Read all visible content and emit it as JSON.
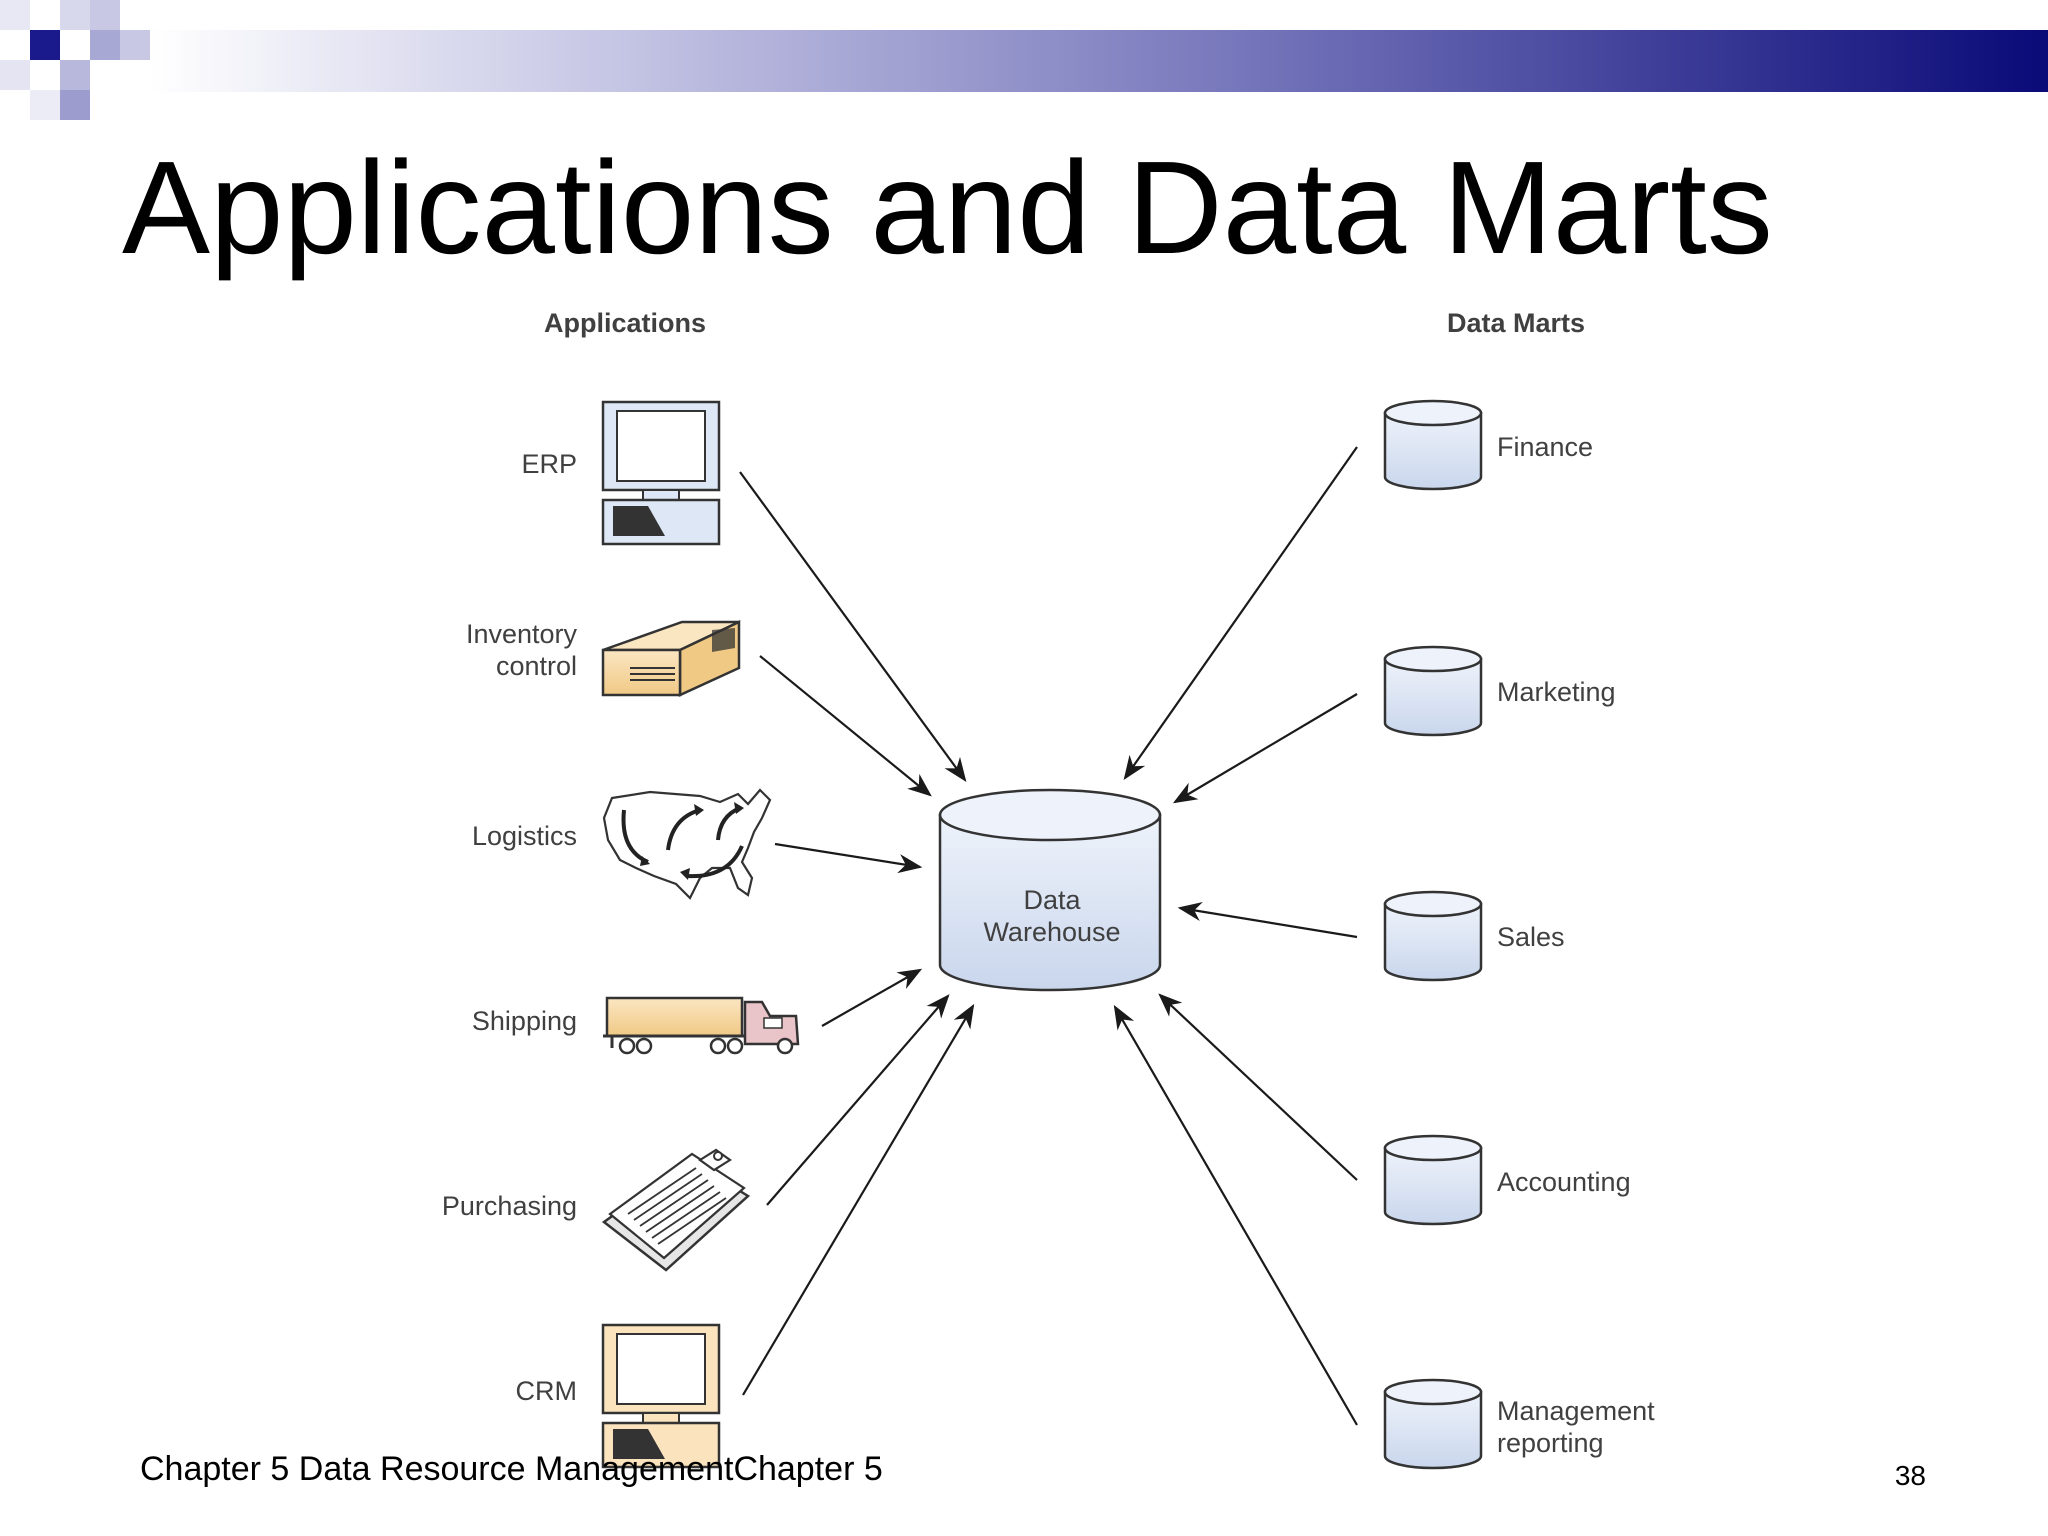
{
  "slide": {
    "title": "Applications and Data Marts",
    "footer": "Chapter 5 Data Resource ManagementChapter 5",
    "page_number": "38"
  },
  "diagram": {
    "left_heading": "Applications",
    "right_heading": "Data Marts",
    "center": {
      "line1": "Data",
      "line2": "Warehouse"
    },
    "applications": [
      {
        "lines": [
          "ERP"
        ],
        "icon": "computer-icon"
      },
      {
        "lines": [
          "Inventory",
          "control"
        ],
        "icon": "box-icon"
      },
      {
        "lines": [
          "Logistics"
        ],
        "icon": "us-map-icon"
      },
      {
        "lines": [
          "Shipping"
        ],
        "icon": "truck-icon"
      },
      {
        "lines": [
          "Purchasing"
        ],
        "icon": "clipboard-icon"
      },
      {
        "lines": [
          "CRM"
        ],
        "icon": "computer-icon"
      }
    ],
    "data_marts": [
      {
        "lines": [
          "Finance"
        ],
        "icon": "database-icon"
      },
      {
        "lines": [
          "Marketing"
        ],
        "icon": "database-icon"
      },
      {
        "lines": [
          "Sales"
        ],
        "icon": "database-icon"
      },
      {
        "lines": [
          "Accounting"
        ],
        "icon": "database-icon"
      },
      {
        "lines": [
          "Management",
          "reporting"
        ],
        "icon": "database-icon"
      }
    ]
  },
  "colors": {
    "banner_dark": "#0a0a78",
    "cylinder_fill": "#dde7f5",
    "computer_fill": "#dde7f5",
    "crm_fill": "#fbe3bd",
    "box_fill": "#f6d79f",
    "label": "#404040"
  }
}
